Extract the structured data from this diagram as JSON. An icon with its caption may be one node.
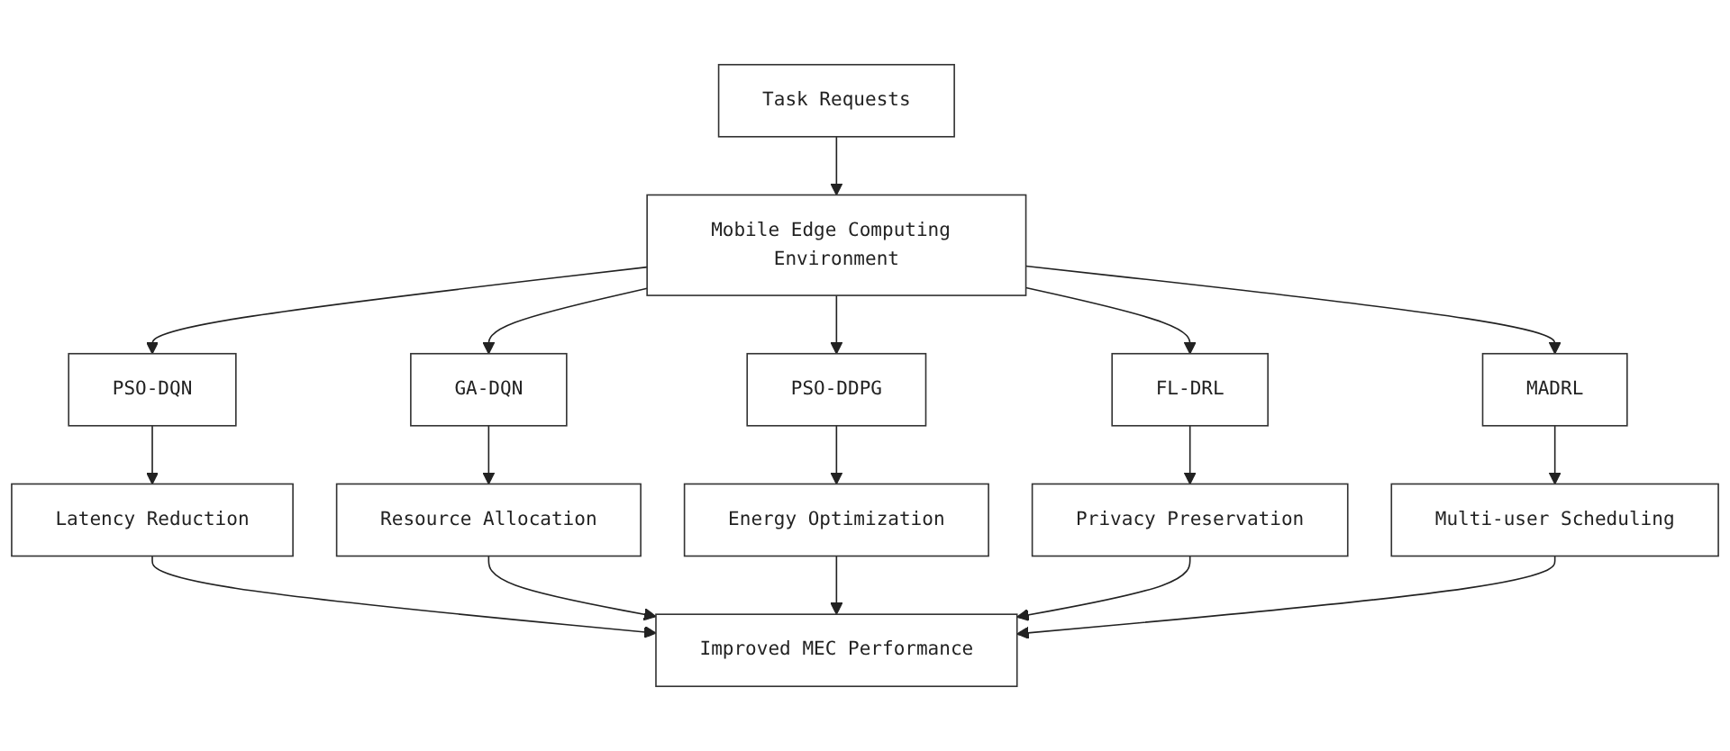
{
  "diagram": {
    "nodes": [
      {
        "text": [
          "Task Requests"
        ]
      },
      {
        "text": [
          "Mobile Edge Computing Environment"
        ]
      },
      {
        "text": [
          "PSO-DQN"
        ]
      },
      {
        "text": [
          "GA-DQN"
        ]
      },
      {
        "text": [
          "PSO-DDPG"
        ]
      },
      {
        "text": [
          "FL-DRL"
        ]
      },
      {
        "text": [
          "MADRL"
        ]
      },
      {
        "text": [
          "Latency Reduction"
        ]
      },
      {
        "text": [
          "Resource Allocation"
        ]
      },
      {
        "text": [
          "Energy Optimization"
        ]
      },
      {
        "text": [
          "Privacy Preservation"
        ]
      },
      {
        "text": [
          "Multi-user Scheduling"
        ]
      },
      {
        "text": [
          "Improved MEC Performance"
        ]
      }
    ],
    "edges": [
      {
        "from": 0,
        "to": 1,
        "arrow": "to"
      },
      {
        "from": 1,
        "to": 2,
        "arrow": "to"
      },
      {
        "from": 1,
        "to": 3,
        "arrow": "to"
      },
      {
        "from": 1,
        "to": 4,
        "arrow": "to"
      },
      {
        "from": 1,
        "to": 5,
        "arrow": "to"
      },
      {
        "from": 1,
        "to": 6,
        "arrow": "to"
      },
      {
        "from": 2,
        "to": 7,
        "arrow": "to"
      },
      {
        "from": 3,
        "to": 8,
        "arrow": "to"
      },
      {
        "from": 4,
        "to": 9,
        "arrow": "to"
      },
      {
        "from": 5,
        "to": 10,
        "arrow": "to"
      },
      {
        "from": 6,
        "to": 11,
        "arrow": "to"
      },
      {
        "from": 7,
        "to": 12,
        "arrow": "to"
      },
      {
        "from": 8,
        "to": 12,
        "arrow": "to"
      },
      {
        "from": 9,
        "to": 12,
        "arrow": "to"
      },
      {
        "from": 10,
        "to": 12,
        "arrow": "to"
      },
      {
        "from": 11,
        "to": 12,
        "arrow": "to"
      }
    ]
  }
}
